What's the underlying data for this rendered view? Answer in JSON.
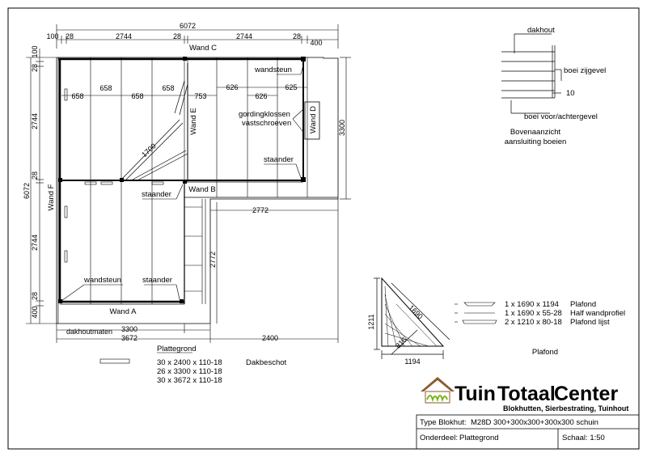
{
  "dimensions": {
    "top_total": "6072",
    "top_100": "100",
    "top_28a": "28",
    "top_2744a": "2744",
    "top_28b": "28",
    "top_2744b": "2744",
    "top_28c": "28",
    "top_400": "400",
    "left_100": "100",
    "left_28a": "28",
    "left_2744a": "2744",
    "left_28b": "28",
    "left_6072": "6072",
    "left_2744b": "2744",
    "left_28c": "28",
    "left_400": "400",
    "right_3300": "3300",
    "spacing_658a": "658",
    "spacing_658b": "658",
    "spacing_658c": "658",
    "spacing_658d": "658",
    "spacing_753": "753",
    "spacing_626a": "626",
    "spacing_626b": "626",
    "spacing_625": "625",
    "diag_1700": "1700",
    "mid_2772h": "2772",
    "mid_2772v": "2772",
    "bot_3300": "3300",
    "bot_3672": "3672",
    "bot_2400": "2400",
    "dakhoutmaten": "dakhoutmaten"
  },
  "labels": {
    "wand_a": "Wand A",
    "wand_b": "Wand B",
    "wand_c": "Wand C",
    "wand_d": "Wand D",
    "wand_e": "Wand E",
    "wand_f": "Wand F",
    "wandsteun_top": "wandsteun",
    "wandsteun_bot": "wandsteun",
    "staander_right": "staander",
    "staander_mid": "staander",
    "staander_bot": "staander",
    "gordingklossen_1": "gordingklossen",
    "gordingklossen_2": "vastschroeven"
  },
  "detail": {
    "dakhout": "dakhout",
    "boei_zijgevel": "boei zijgevel",
    "gap_10": "10",
    "boei_voor": "boei voor/achtergevel",
    "caption_1": "Bovenaanzicht",
    "caption_2": "aansluiting boeien"
  },
  "plattegrond": {
    "title": "Plattegrond",
    "dakbeschot": "Dakbeschot",
    "items": [
      "30 x 2400 x 110-18",
      "26 x 3300 x 110-18",
      "30 x 3672 x 110-18"
    ]
  },
  "plafond": {
    "dim_1211": "1211",
    "dim_1690": "1690",
    "dim_816": "816",
    "dim_1194": "1194",
    "title": "Plafond",
    "parts": [
      {
        "qty": "1 x 1690 x 1194",
        "name": "Plafond"
      },
      {
        "qty": "1 x 1690 x 55-28",
        "name": "Half wandprofiel"
      },
      {
        "qty": "2 x 1210 x 80-18",
        "name": "Plafond lijst"
      }
    ]
  },
  "logo": {
    "name_a": "Tuin",
    "name_b": "Totaal",
    "name_c": "Center",
    "tagline": "Blokhutten, Sierbestrating, Tuinhout",
    "color_green": "#7ab51d",
    "color_red": "#c0272d"
  },
  "titleblock": {
    "type_label": "Type Blokhut:",
    "type_value": "M28D 300+300x300+300x300 schuin",
    "onderdeel_label": "Onderdeel:",
    "onderdeel_value": "Plattegrond",
    "schaal": "Schaal: 1:50"
  }
}
